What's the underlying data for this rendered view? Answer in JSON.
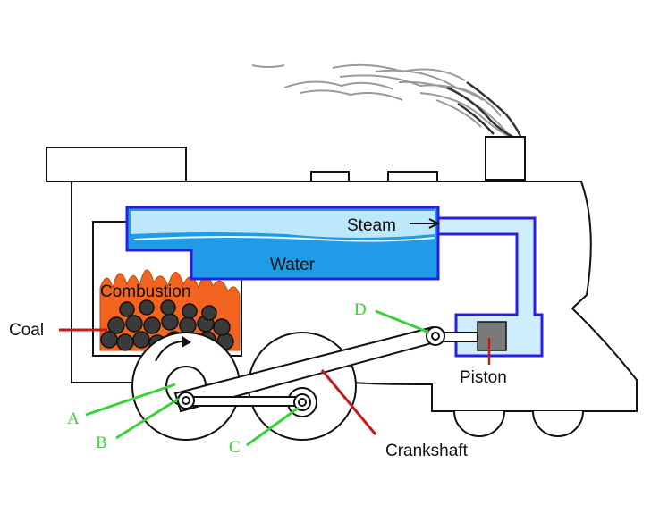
{
  "labels": {
    "steam": "Steam",
    "water": "Water",
    "combustion": "Combustion",
    "coal": "Coal",
    "piston": "Piston",
    "crankshaft": "Crankshaft",
    "point_a": "A",
    "point_b": "B",
    "point_c": "C",
    "point_d": "D"
  },
  "colors": {
    "boiler_fill": "#1f9be8",
    "boiler_outline": "#2a1fe0",
    "steam_pipe": "#cfeefd",
    "fire": "#f2641f",
    "leader_red": "#c61a1a",
    "leader_green": "#3ad23a",
    "piston_block": "#7a7a7a",
    "smoke": "#9a9a9a"
  }
}
